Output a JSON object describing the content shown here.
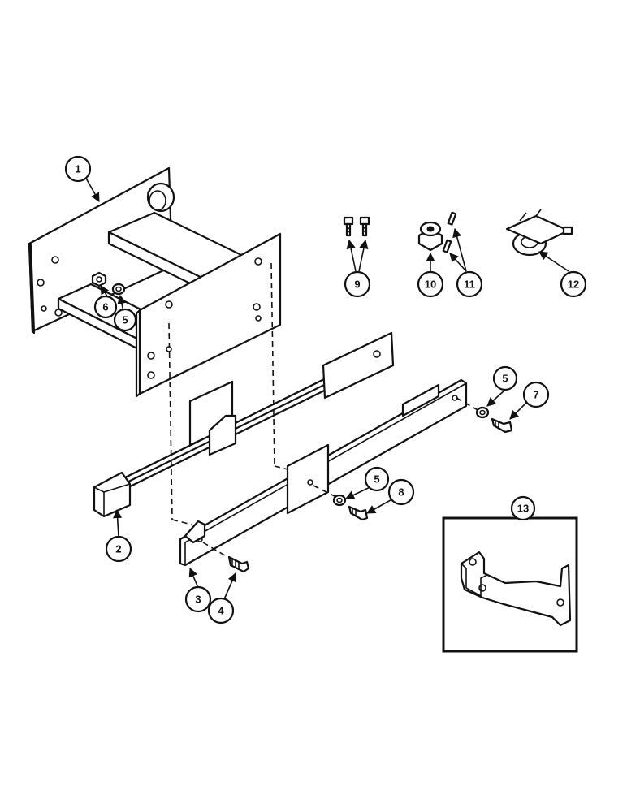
{
  "callouts": {
    "c1": "1",
    "c2": "2",
    "c3": "3",
    "c4": "4",
    "c5a": "5",
    "c5b": "5",
    "c5c": "5",
    "c6": "6",
    "c7": "7",
    "c8": "8",
    "c9": "9",
    "c10": "10",
    "c11": "11",
    "c12": "12",
    "c13": "13"
  }
}
